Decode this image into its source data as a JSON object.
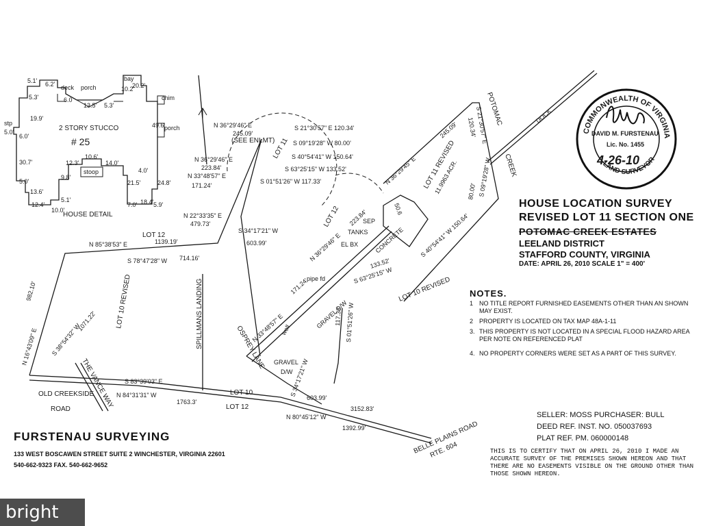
{
  "survey": {
    "title_line1": "HOUSE LOCATION SURVEY",
    "title_line2": "REVISED LOT 11 SECTION ONE",
    "title_line3": "POTOMAC CREEK ESTATES",
    "district": "LEELAND DISTRICT",
    "county": "STAFFORD COUNTY, VIRGINIA",
    "date_scale": "DATE: APRIL 26, 2010 SCALE 1\" = 400'"
  },
  "seal": {
    "arc_text": "COMMONWEALTH OF VIRGINIA",
    "name": "DAVID M. FURSTENAU",
    "license": "Lic. No. 1455",
    "bottom_text": "LAND SURVEYOR",
    "date_handwritten": "4-26-10"
  },
  "notes": {
    "heading": "NOTES.",
    "items": [
      {
        "n": "1",
        "text": "NO TITLE REPORT FURNISHED EASEMENTS OTHER THAN AN SHOWN MAY EXIST."
      },
      {
        "n": "2",
        "text": "PROPERTY IS LOCATED ON TAX MAP 48A-1-11"
      },
      {
        "n": "3.",
        "text": "THIS PROPERTY IS NOT LOCATED IN A SPECIAL FLOOD HAZARD AREA PER NOTE ON REFERENCED PLAT"
      },
      {
        "n": "4.",
        "text": "NO PROPERTY CORNERS WERE SET AS A PART OF THIS SURVEY."
      }
    ]
  },
  "refs": {
    "seller": "SELLER: MOSS  PURCHASER: BULL",
    "deed": "DEED REF. INST. NO. 050037693",
    "plat": "PLAT REF. PM. 060000148"
  },
  "certification": "THIS IS TO CERTIFY THAT ON APRIL 26, 2010 I MADE AN ACCURATE SURVEY OF THE PREMISES SHOWN HEREON AND THAT THERE ARE NO EASEMENTS VISIBLE ON THE GROUND OTHER THAN THOSE SHOWN HEREON.",
  "firm": {
    "name": "FURSTENAU SURVEYING",
    "address": "133 WEST BOSCAWEN STREET SUITE 2 WINCHESTER, VIRGINIA  22601",
    "phone": "540-662-9323   FAX. 540-662-9652"
  },
  "house_detail": {
    "caption": "HOUSE DETAIL",
    "title": "2 STORY STUCCO",
    "number": "# 25",
    "labels": {
      "deck": "deck",
      "porch_top": "porch",
      "bay": "bay",
      "chim": "chim",
      "porch_right": "porch",
      "stoop": "stoop",
      "stp": "stp"
    },
    "dims": [
      "5.1'",
      "6.2'",
      "6.0",
      "13.5'",
      "5.3'",
      "10.2'",
      "20.2'",
      "5.3'",
      "19.9'",
      "6.0'",
      "30.7'",
      "5.0'",
      "13.6'",
      "12.4'",
      "10.0'",
      "5.1'",
      "12.3'",
      "10.6'",
      "14.0'",
      "9.8'",
      "21.5'",
      "4.0'",
      "24.8'",
      "49.6'",
      "7.0'",
      "18.4'",
      "5.9'",
      "5.0'"
    ]
  },
  "plat": {
    "lot11_revised": "LOT 11 REVISED",
    "acreage": "11.9963 ACR.",
    "lot11": "LOT 11",
    "see_enlmt": "(SEE ENLMT)",
    "lot12_a": "LOT 12",
    "lot12_b": "LOT 12",
    "lot12_c": "LOT 12",
    "lot10_revised_left": "LOT 10 REVISED",
    "lot10_revised_right": "LOT 10 REVISED",
    "lot10": "LOT 10",
    "potomac": "POTOMAC",
    "creek": "CREEK",
    "dock": "DOCK",
    "spillmans": "SPILLMANS LANDING",
    "vance_way": "THE VANCE WAY",
    "old_creekside": "OLD CREEKSIDE",
    "road": "ROAD",
    "belle_plains": "BELLE PLAINS ROAD",
    "rte": "RTE. 604",
    "osprey_lane": "OSPREY LANE",
    "gravel_dw": "GRAVEL D/W",
    "gravel": "GRAVEL",
    "dw": "D/W",
    "concrete": "CONCRETE",
    "sep": "SEP",
    "tanks": "TANKS",
    "well": "well",
    "pipe_fd": "pipe fd",
    "el_bx": "EL BX",
    "bearings": {
      "b1": "N 36°29'46\" E",
      "b1d": "245.09'",
      "b2": "S 21°30'57\" E 120.34'",
      "b3": "S 09°19'28\" W 80.00'",
      "b4": "S 40°54'41\" W 150.64'",
      "b5": "N 36°29'46\" E",
      "b5d": "223.84'",
      "b6": "S 63°25'15\" W 133.52'",
      "b7": "N 33°48'57\" E",
      "b7d": "171.24'",
      "b8": "S 01°51'26\" W 117.33'",
      "b9": "N 22°33'35\" E",
      "b9d": "479.73'",
      "b10": "S 34°17'21\" W",
      "b10d": "603.99'",
      "b11": "N 85°38'53\" E",
      "b11d": "1139.19'",
      "b12": "S 78°47'28\" W",
      "b12d": "714.16'",
      "b13": "N 16°43'09\" E",
      "b13d": "982.10'",
      "b14": "S 38°54'32\" W",
      "b14d": "1071.22'",
      "b15": "S 83°39'03\" E",
      "b16": "N 84°31'31\" W",
      "b16d": "1763.3'",
      "b17": "3152.83'",
      "b18": "N 80°45'12\" W",
      "b18d": "1392.99'",
      "r1": "N 36°29'45\" E",
      "r1d": "245.09'",
      "r2": "S 21°30'57\" E",
      "r2d": "120.34'",
      "r3": "80.00'",
      "r3b": "S 09°19'28\" W",
      "r4": "S 40°54'41\" W 150.64'",
      "r5": "223.84'",
      "r6": "N 36°29'46\" E",
      "r7": "133.52'",
      "r8": "S 63°25'15\" W",
      "r9": "171.24'",
      "r10": "N 33°48'57\" E",
      "r11": "117.33'",
      "r12": "S 01°51'26\" W",
      "r13": "S 34°17'21\" W",
      "r14": "603.99'",
      "r15": "50.6"
    }
  },
  "watermark": "bright"
}
